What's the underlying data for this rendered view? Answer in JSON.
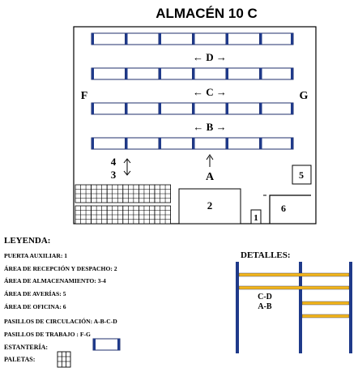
{
  "title": "ALMACÉN 10 C",
  "plan": {
    "aisle_labels": {
      "D": "← D →",
      "C": "← C →",
      "B": "← B →",
      "A": "A"
    },
    "side_labels": {
      "F": "F",
      "G": "G"
    },
    "zone_labels": {
      "z2": "2",
      "z1": "1",
      "z5": "5",
      "z6": "6",
      "z34_top": "4",
      "z34_bottom": "3"
    },
    "shelf_rows": 4,
    "bays_per_row": 6,
    "pallet_blocks": 2,
    "pallets_per_block": 6
  },
  "legend": {
    "heading": "LEYENDA:",
    "items": [
      "PUERTA AUXILIAR: 1",
      "ÁREA DE RECEPCIÓN Y DESPACHO: 2",
      "ÁREA DE ALMACENAMIENTO: 3-4",
      "ÁREA DE  AVERÍAS: 5",
      "ÁREA DE  OFICINA: 6",
      "PASILLOS DE CIRCULACIÓN: A-B-C-D",
      "PASILLOS DE TRABAJO : F-G"
    ],
    "shelf_label": "ESTANTERÍA:",
    "pallet_label": "PALETAS:"
  },
  "details": {
    "heading": "DETALLES:",
    "label_top": "C-D",
    "label_bottom": "A-B"
  },
  "colors": {
    "shelf_fill": "#ffffff",
    "shelf_edge": "#1f2f6b",
    "upright": "#1f3a8a",
    "beam": "#f2b51c",
    "line": "#000000"
  }
}
